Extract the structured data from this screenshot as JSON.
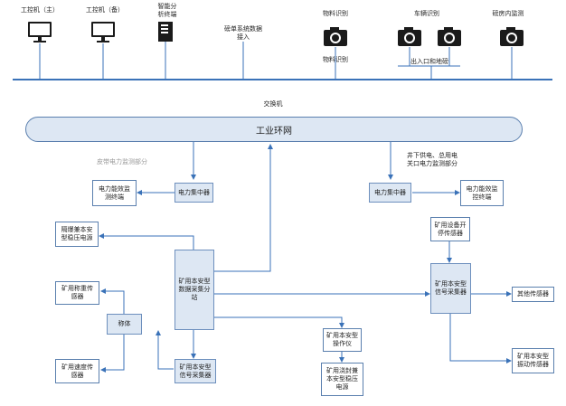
{
  "top": {
    "workstation_main": "工控机（主）",
    "workstation_backup": "工控机（备）",
    "analysis_server": "智能分\n析终端",
    "weigh_system": "磅单系统数据\n接入",
    "material_cam": "物料识别",
    "material_cam_bottom": "物料识别",
    "vehicle_cam": "车辆识别",
    "entrance_label": "出入口和地磅",
    "warehouse_cam": "磅房内监测",
    "switch": "交换机"
  },
  "ring": {
    "label": "工业环网"
  },
  "left_zone": {
    "section_label": "皮带电力监测部分",
    "monitor_box": "电力能效监\n测终端",
    "concentrator": "电力集中器"
  },
  "right_zone": {
    "section_label": "井下供电、总用电\n关口电力监测部分",
    "concentrator": "电力集中器",
    "monitor_box": "电力能效监\n控终端"
  },
  "center": {
    "substation": "矿用本安型\n数据采集分\n站",
    "power_supply": "隔爆兼本安\n型稳压电源",
    "weigh_sensor": "矿用称重传\n感器",
    "scale_body": "称体",
    "speed_sensor": "矿用速度传\n感器",
    "signal_collector": "矿用本安型\n信号采集器",
    "operator": "矿用本安型\n操作仪",
    "flameproof_power": "矿用浇封兼\n本安型稳压\n电源"
  },
  "right_side": {
    "equip_sensor": "矿用设备开\n停传感器",
    "signal_collector": "矿用本安型\n信号采集器",
    "other_sensor": "其他传感器",
    "vibration_sensor": "矿用本安型\n振动传感器"
  },
  "colors": {
    "line": "#3a72b8",
    "box_fill": "#dde7f3",
    "box_border": "#5a7fae"
  }
}
